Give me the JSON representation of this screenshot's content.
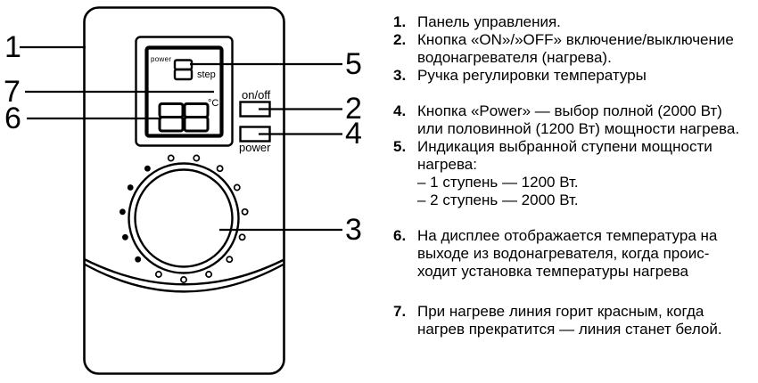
{
  "device": {
    "display": {
      "power_label": "power",
      "step_label": "step",
      "temp_unit": "°C"
    },
    "buttons": {
      "onoff": "on/off",
      "power": "power"
    }
  },
  "callouts": {
    "c1": "1",
    "c2": "2",
    "c3": "3",
    "c4": "4",
    "c5": "5",
    "c6": "6",
    "c7": "7"
  },
  "legend": {
    "items": [
      {
        "num": "1.",
        "lines": [
          "Панель управления."
        ]
      },
      {
        "num": "2.",
        "lines": [
          "Кнопка «ON»/»OFF» включение/выключение",
          "водонагревателя (нагрева)."
        ]
      },
      {
        "num": "3.",
        "lines": [
          "Ручка регулировки температуры"
        ]
      },
      {
        "num": "4.",
        "lines": [
          "Кнопка «Power» — выбор полной (2000 Вт)",
          "или половинной (1200 Вт) мощности нагрева."
        ]
      },
      {
        "num": "5.",
        "lines": [
          "Индикация выбранной ступени мощности",
          "нагрева:",
          "– 1 ступень — 1200 Вт.",
          "– 2 ступень — 2000 Вт."
        ]
      },
      {
        "num": "6.",
        "lines": [
          "На дисплее отображается температура на",
          "выходе из водонагревателя, когда проис-",
          "ходит установка температуры нагрева"
        ]
      },
      {
        "num": "7.",
        "lines": [
          "При нагреве линия горит красным, когда",
          "нагрев прекратится — линия станет белой."
        ]
      }
    ]
  }
}
